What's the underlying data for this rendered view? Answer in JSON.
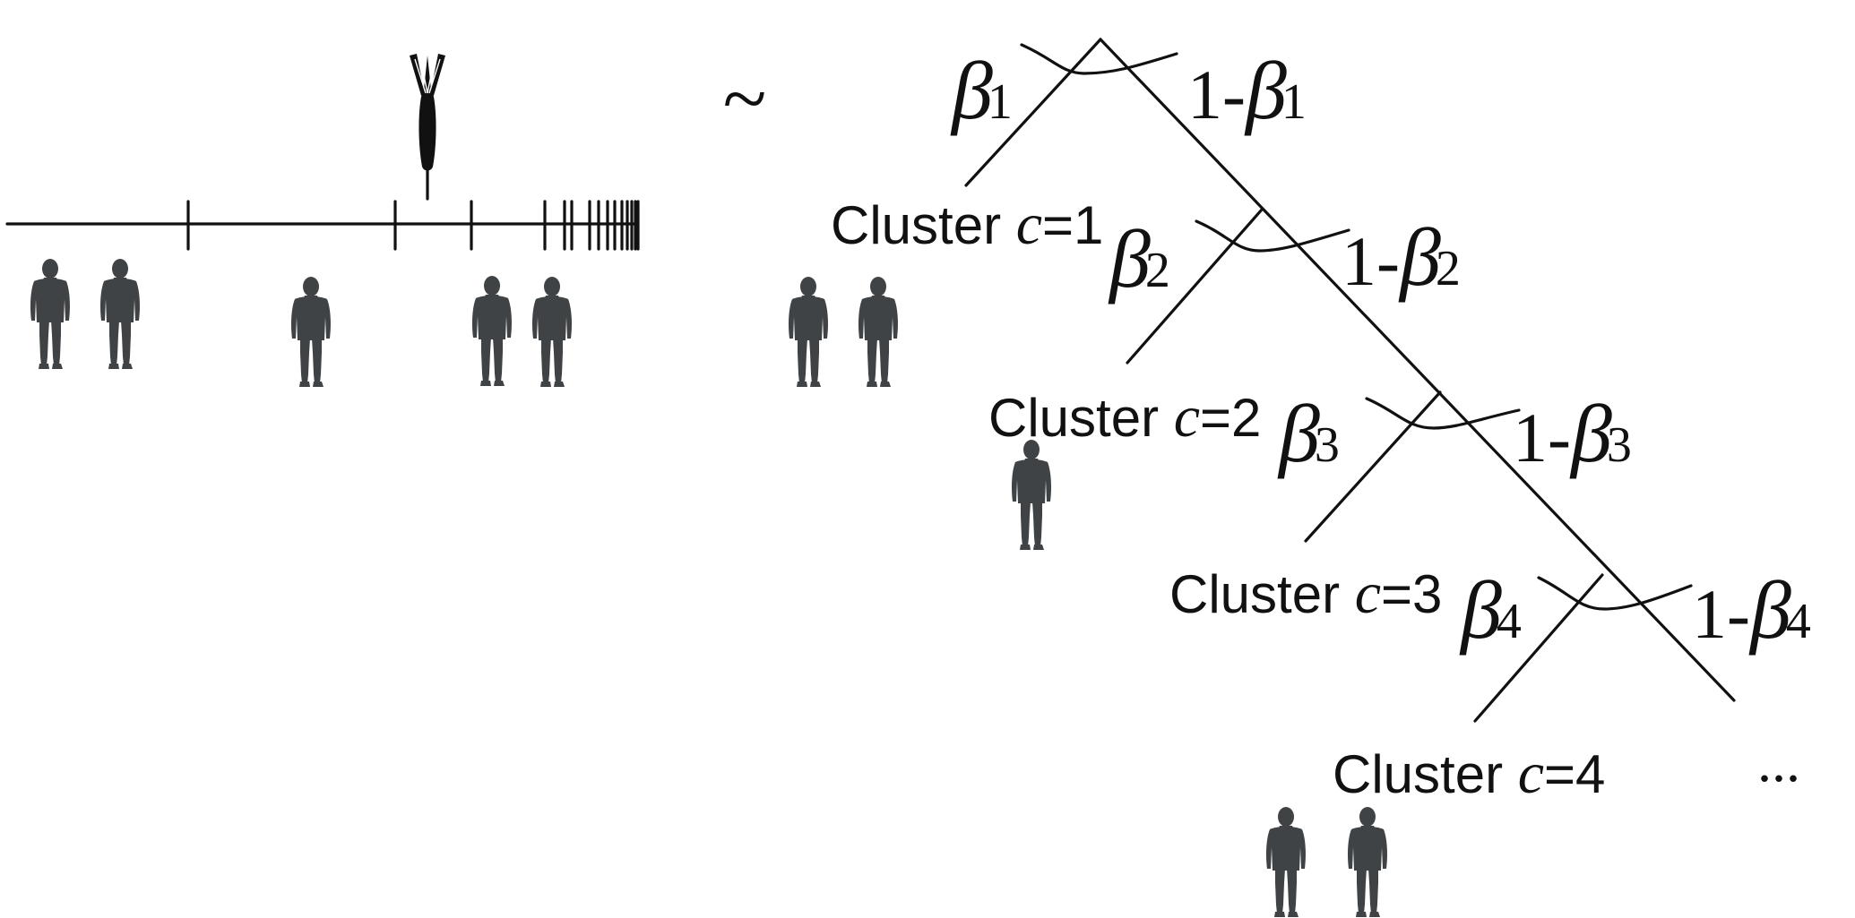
{
  "tilde": "~",
  "ellipsis": "...",
  "nodes": [
    {
      "beta": "β",
      "index": "1",
      "one_minus": "1-",
      "cluster_prefix": "Cluster ",
      "cluster_var": "c",
      "cluster_eq": "=1",
      "people": 2
    },
    {
      "beta": "β",
      "index": "2",
      "one_minus": "1-",
      "cluster_prefix": "Cluster ",
      "cluster_var": "c",
      "cluster_eq": "=2",
      "people": 1
    },
    {
      "beta": "β",
      "index": "3",
      "one_minus": "1-",
      "cluster_prefix": "Cluster ",
      "cluster_var": "c",
      "cluster_eq": "=3",
      "people": 0
    },
    {
      "beta": "β",
      "index": "4",
      "one_minus": "1-",
      "cluster_prefix": "Cluster ",
      "cluster_var": "c",
      "cluster_eq": "=4",
      "people": 2
    }
  ],
  "icons": {
    "dart": "dart-icon",
    "person": "person-silhouette-icon"
  },
  "colors": {
    "ink": "#111111",
    "person": "#404345"
  }
}
